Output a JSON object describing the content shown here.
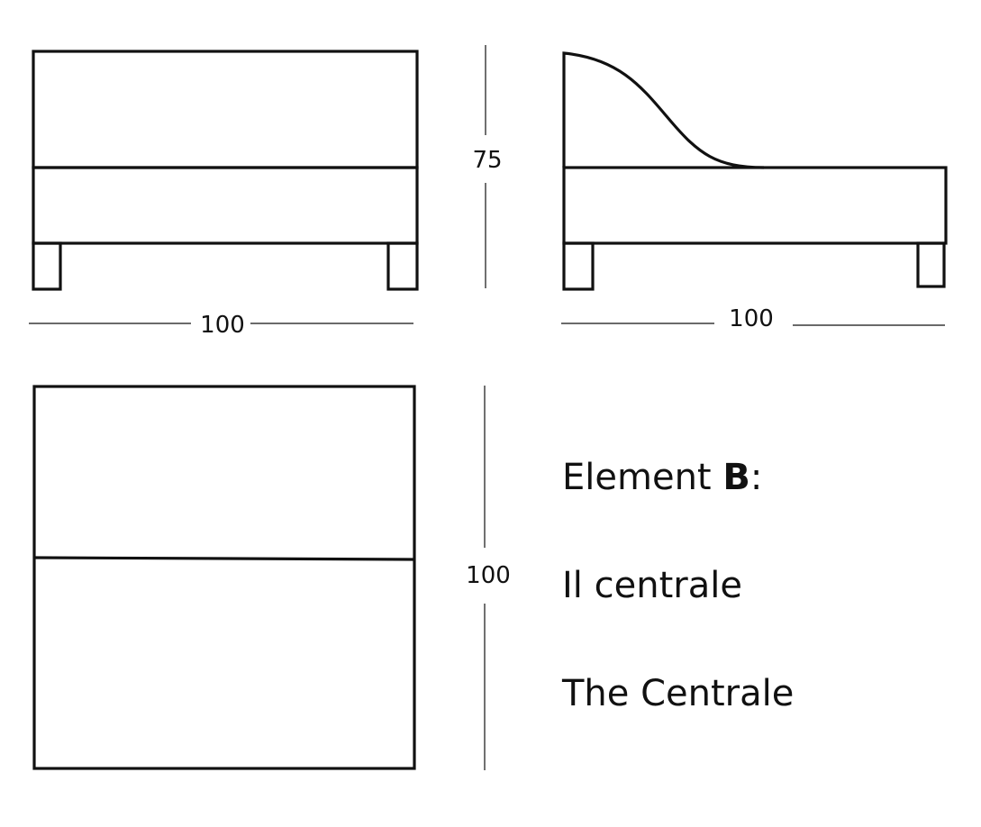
{
  "dimensions": {
    "front_width": "100",
    "height": "75",
    "side_depth": "100",
    "plan_depth": "100"
  },
  "caption": {
    "element_prefix": "Element ",
    "element_letter": "B",
    "element_suffix": ":",
    "italian_name": "Il centrale",
    "english_name": "The Centrale"
  },
  "colors": {
    "stroke": "#111111",
    "background": "#ffffff"
  }
}
